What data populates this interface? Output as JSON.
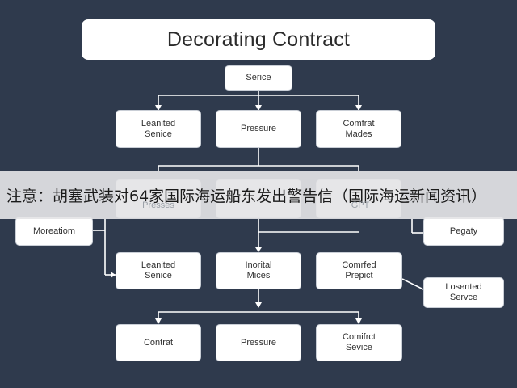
{
  "title": "Decorating Contract",
  "nodes": {
    "root": "Serice",
    "r1a": "Leanited\nSenice",
    "r1b": "Pressure",
    "r1c": "Comfrat\nMades",
    "r2a": "Presses",
    "r2c": "GPT",
    "left": "Moreatiom",
    "right1": "Pegaty",
    "r3a": "Leanited\nSenice",
    "r3b": "Inorital\nMices",
    "r3c": "Comrfed\nPrepict",
    "right2": "Losented\nServce",
    "r4a": "Contrat",
    "r4b": "Pressure",
    "r4c": "Comifrct\nSevice"
  },
  "banner": "注意：胡塞武装对64家国际海运船东发出警告信（国际海运新闻资讯）",
  "colors": {
    "background": "#2f3a4d",
    "node": "#ffffff",
    "line": "#ffffff"
  }
}
